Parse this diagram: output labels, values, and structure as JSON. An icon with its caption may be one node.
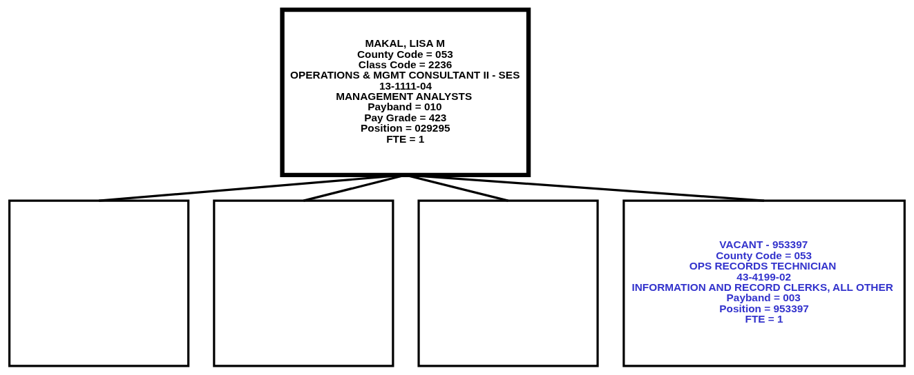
{
  "diagram": {
    "nodes": [
      {
        "text": [
          "MAKAL, LISA M",
          "County Code = 053",
          "Class Code = 2236",
          "OPERATIONS & MGMT CONSULTANT II - SES",
          "13-1111-04",
          "MANAGEMENT ANALYSTS",
          "Payband = 010",
          "Pay Grade = 423",
          "Position = 029295",
          "FTE = 1"
        ]
      },
      {
        "text": [],
        "shape": "box"
      },
      {
        "text": [],
        "shape": "box"
      },
      {
        "text": [],
        "shape": "box"
      },
      {
        "text": [
          "VACANT - 953397",
          "County Code = 053",
          "OPS RECORDS TECHNICIAN",
          "43-4199-02",
          "INFORMATION AND RECORD CLERKS, ALL OTHER",
          "Payband = 003",
          "Position = 953397",
          "FTE = 1"
        ]
      }
    ],
    "edges": [
      {
        "from": 0,
        "to": 1,
        "arrow": "none"
      },
      {
        "from": 0,
        "to": 2,
        "arrow": "none"
      },
      {
        "from": 0,
        "to": 3,
        "arrow": "none"
      },
      {
        "from": 0,
        "to": 4,
        "arrow": "none"
      }
    ]
  }
}
